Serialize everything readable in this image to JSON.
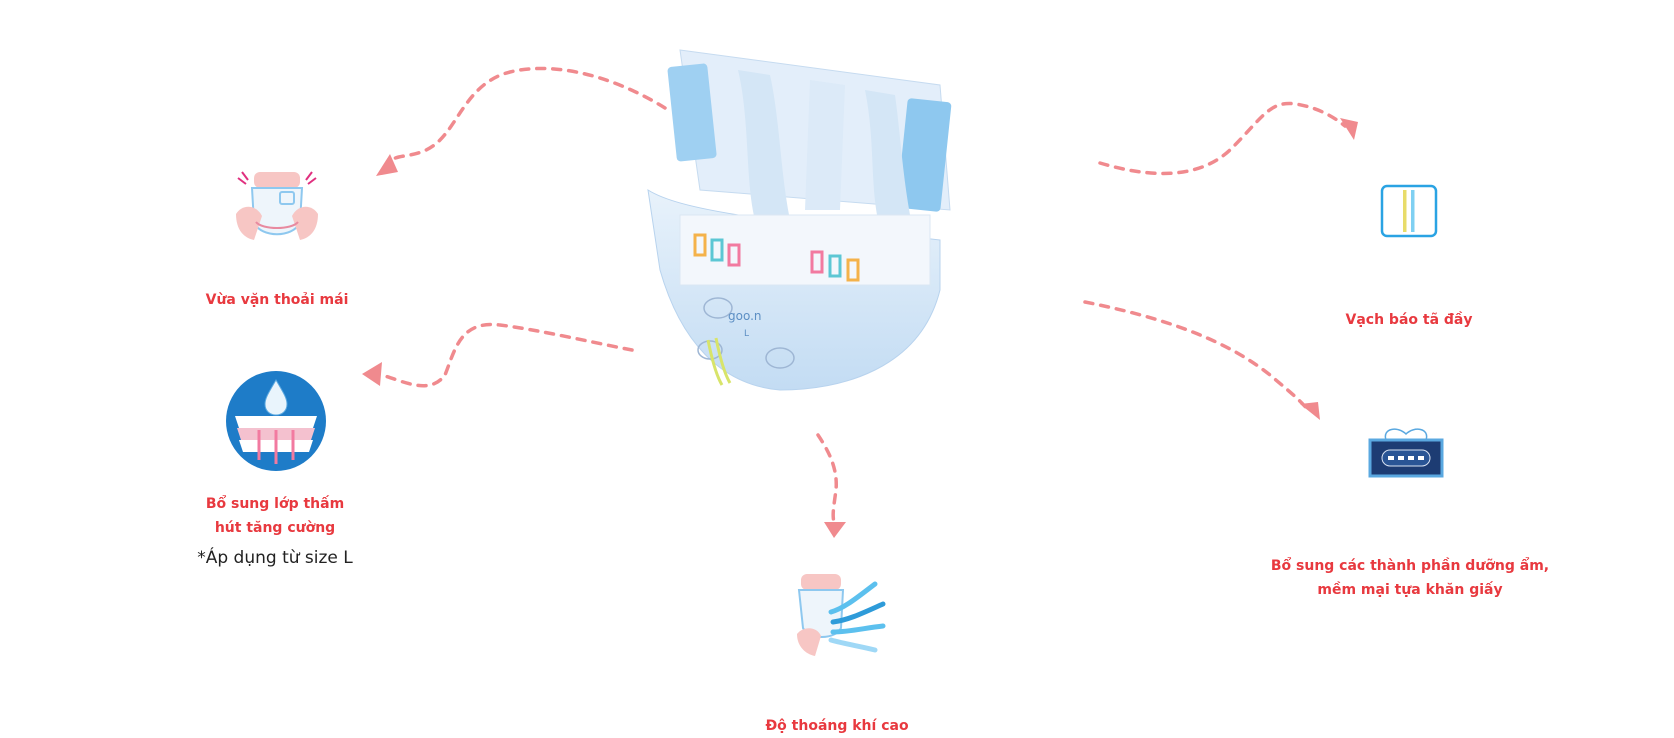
{
  "colors": {
    "accent_red": "#e8393f",
    "arrow_pink": "#f08a8e",
    "diaper_blue": "#cfe4f7",
    "tab_blue": "#7cc0ec",
    "icon_blue": "#1e7cc8",
    "skin_pink": "#f7c6c4"
  },
  "features": {
    "fit": {
      "label": "Vừa vặn thoải mái",
      "icon": "comfort-fit-icon"
    },
    "absorb": {
      "label_line1": "Bổ sung lớp thấm",
      "label_line2": "hút tăng cường",
      "note": "*Áp dụng từ size L",
      "icon": "absorbent-layer-icon"
    },
    "breathable": {
      "label": "Độ thoáng khí cao",
      "icon": "breathable-air-icon"
    },
    "indicator": {
      "label": "Vạch báo tã đầy",
      "icon": "wetness-indicator-icon"
    },
    "moisturize": {
      "label_line1": "Bổ sung các thành phần dưỡng ẩm,",
      "label_line2": "mềm mại tựa khăn giấy",
      "icon": "tissue-box-icon"
    }
  },
  "product": {
    "size_mark": "L",
    "brand_mark": "goo.n"
  }
}
